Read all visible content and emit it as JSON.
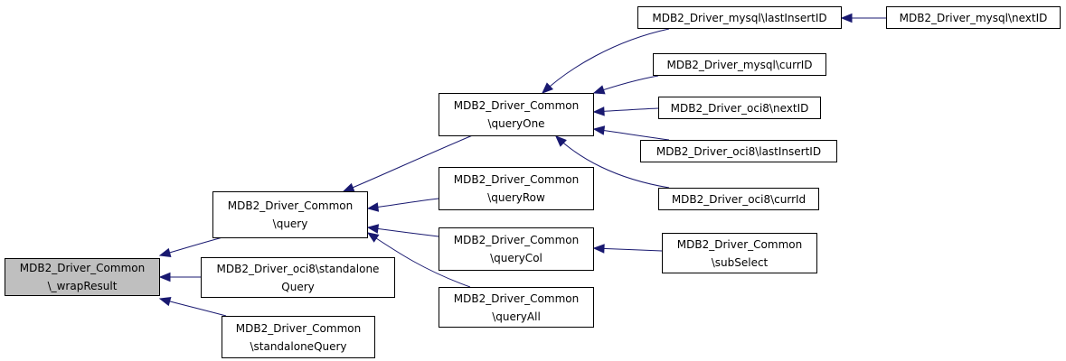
{
  "colors": {
    "edge": "#191970",
    "node_border": "#000000",
    "root_fill": "#bfbfbf",
    "node_fill": "#ffffff"
  },
  "nodes": [
    {
      "id": "wrapResult",
      "lines": [
        "MDB2_Driver_Common",
        "\\_wrapResult"
      ],
      "root": true
    },
    {
      "id": "query",
      "lines": [
        "MDB2_Driver_Common",
        "\\query"
      ]
    },
    {
      "id": "oci8_standaloneQuery",
      "lines": [
        "MDB2_Driver_oci8\\standalone",
        "Query"
      ]
    },
    {
      "id": "common_standaloneQuery",
      "lines": [
        "MDB2_Driver_Common",
        "\\standaloneQuery"
      ]
    },
    {
      "id": "queryOne",
      "lines": [
        "MDB2_Driver_Common",
        "\\queryOne"
      ]
    },
    {
      "id": "queryRow",
      "lines": [
        "MDB2_Driver_Common",
        "\\queryRow"
      ]
    },
    {
      "id": "queryCol",
      "lines": [
        "MDB2_Driver_Common",
        "\\queryCol"
      ]
    },
    {
      "id": "queryAll",
      "lines": [
        "MDB2_Driver_Common",
        "\\queryAll"
      ]
    },
    {
      "id": "mysql_lastInsertID",
      "lines": [
        "MDB2_Driver_mysql\\lastInsertID"
      ]
    },
    {
      "id": "mysql_currID",
      "lines": [
        "MDB2_Driver_mysql\\currID"
      ]
    },
    {
      "id": "oci8_nextID",
      "lines": [
        "MDB2_Driver_oci8\\nextID"
      ]
    },
    {
      "id": "oci8_lastInsertID",
      "lines": [
        "MDB2_Driver_oci8\\lastInsertID"
      ]
    },
    {
      "id": "oci8_currId",
      "lines": [
        "MDB2_Driver_oci8\\currId"
      ]
    },
    {
      "id": "subSelect",
      "lines": [
        "MDB2_Driver_Common",
        "\\subSelect"
      ]
    },
    {
      "id": "mysql_nextID",
      "lines": [
        "MDB2_Driver_mysql\\nextID"
      ]
    }
  ],
  "edges": [
    {
      "from": "query",
      "to": "wrapResult"
    },
    {
      "from": "oci8_standaloneQuery",
      "to": "wrapResult"
    },
    {
      "from": "common_standaloneQuery",
      "to": "wrapResult"
    },
    {
      "from": "queryOne",
      "to": "query"
    },
    {
      "from": "queryRow",
      "to": "query"
    },
    {
      "from": "queryCol",
      "to": "query"
    },
    {
      "from": "queryAll",
      "to": "query"
    },
    {
      "from": "mysql_lastInsertID",
      "to": "queryOne"
    },
    {
      "from": "mysql_currID",
      "to": "queryOne"
    },
    {
      "from": "oci8_nextID",
      "to": "queryOne"
    },
    {
      "from": "oci8_lastInsertID",
      "to": "queryOne"
    },
    {
      "from": "oci8_currId",
      "to": "queryOne"
    },
    {
      "from": "subSelect",
      "to": "queryCol"
    },
    {
      "from": "mysql_nextID",
      "to": "mysql_lastInsertID"
    }
  ]
}
